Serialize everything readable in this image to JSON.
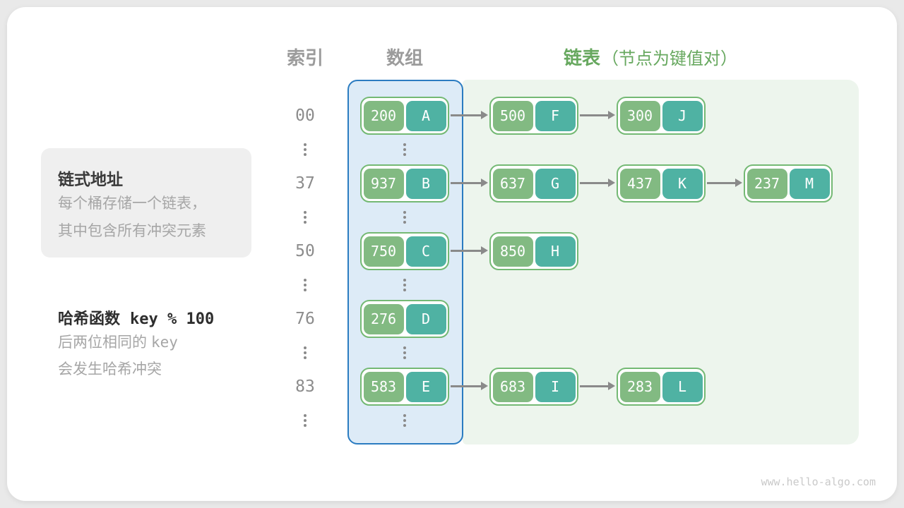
{
  "header": {
    "index_label": "索引",
    "array_label": "数组",
    "list_label": "链表",
    "list_note": "（节点为键值对）"
  },
  "sidebar": {
    "info_box": {
      "title": "链式地址",
      "lines": [
        "每个桶存储一个链表，",
        "其中包含所有冲突元素"
      ]
    },
    "hash_note": {
      "title_text": "哈希函数",
      "title_code": "key % 100",
      "line1_text": "后两位相同的",
      "line1_code": "key",
      "line2_text": "会发生哈希冲突"
    }
  },
  "buckets": [
    {
      "index": "00",
      "nodes": [
        {
          "key": "200",
          "val": "A"
        },
        {
          "key": "500",
          "val": "F"
        },
        {
          "key": "300",
          "val": "J"
        }
      ]
    },
    {
      "index": "37",
      "nodes": [
        {
          "key": "937",
          "val": "B"
        },
        {
          "key": "637",
          "val": "G"
        },
        {
          "key": "437",
          "val": "K"
        },
        {
          "key": "237",
          "val": "M"
        }
      ]
    },
    {
      "index": "50",
      "nodes": [
        {
          "key": "750",
          "val": "C"
        },
        {
          "key": "850",
          "val": "H"
        }
      ]
    },
    {
      "index": "76",
      "nodes": [
        {
          "key": "276",
          "val": "D"
        }
      ]
    },
    {
      "index": "83",
      "nodes": [
        {
          "key": "583",
          "val": "E"
        },
        {
          "key": "683",
          "val": "I"
        },
        {
          "key": "283",
          "val": "L"
        }
      ]
    }
  ],
  "watermark": "www.hello-algo.com",
  "colors": {
    "accent_blue": "#2b7cc1",
    "array_fill": "#ddebf7",
    "list_fill": "#edf5ed",
    "node_border": "#74b974",
    "key_fill": "#82ba82",
    "value_fill": "#4fb2a3",
    "text_green": "#67a85f",
    "text_gray": "#9b9b9b",
    "arrow_gray": "#8a8a8a"
  }
}
